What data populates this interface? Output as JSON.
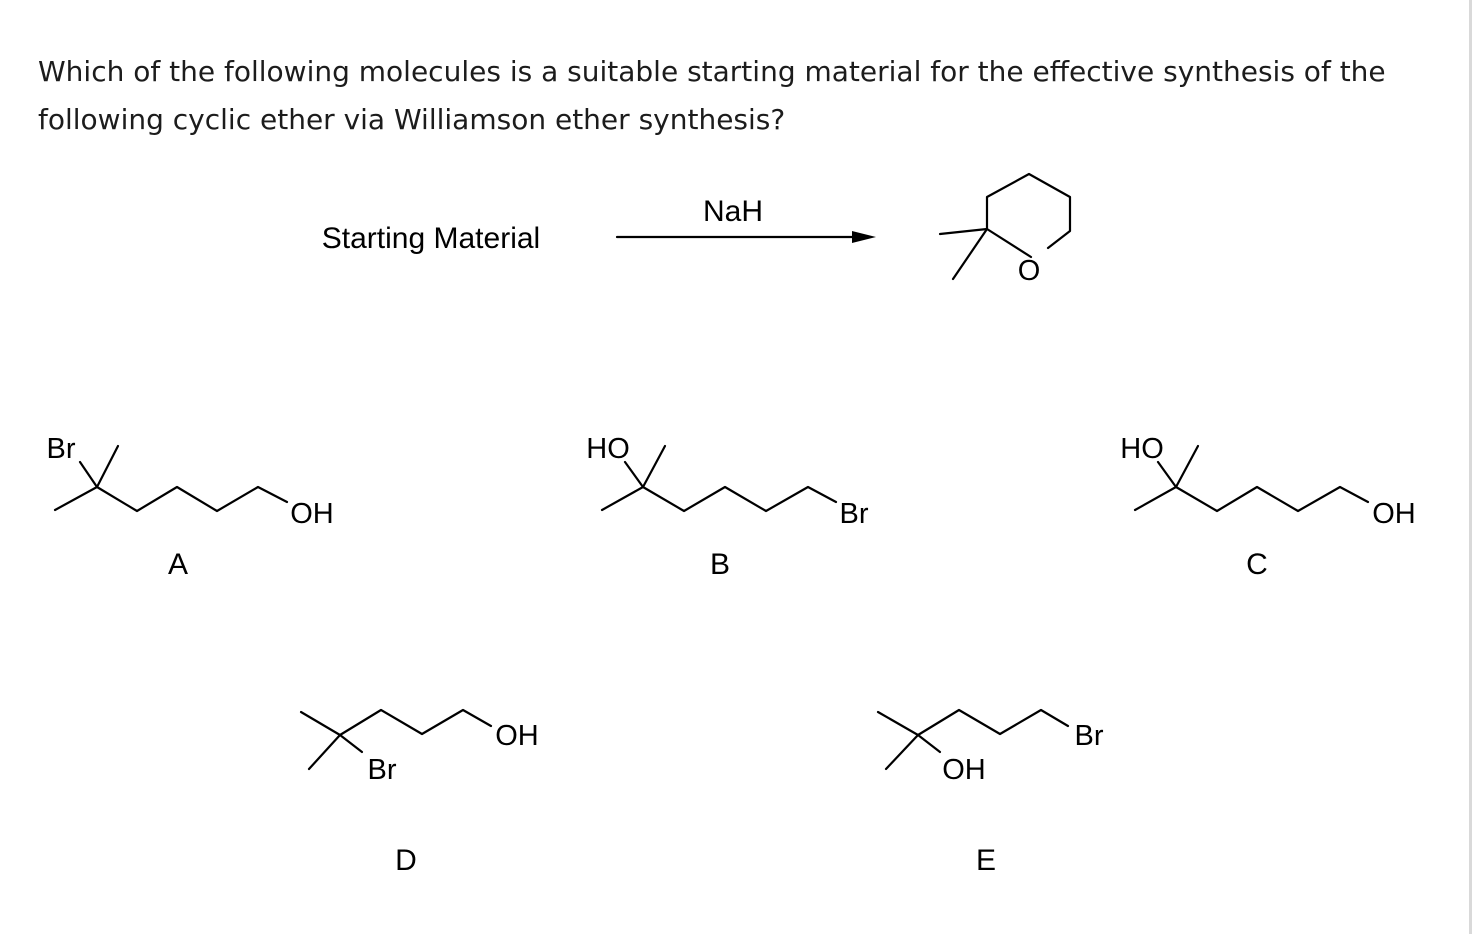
{
  "question": {
    "line1": "Which of the following molecules is a suitable starting material for the effective synthesis of the",
    "line2": "following cyclic ether via Williamson ether synthesis?"
  },
  "reaction": {
    "starting_label": "Starting Material",
    "reagent": "NaH",
    "product_atom_o": "O"
  },
  "options": [
    {
      "letter": "A",
      "atoms": {
        "br": "Br",
        "oh": "OH"
      }
    },
    {
      "letter": "B",
      "atoms": {
        "ho": "HO",
        "br": "Br"
      }
    },
    {
      "letter": "C",
      "atoms": {
        "ho": "HO",
        "oh": "OH"
      }
    },
    {
      "letter": "D",
      "atoms": {
        "br": "Br",
        "oh": "OH"
      }
    },
    {
      "letter": "E",
      "atoms": {
        "oh": "OH",
        "br": "Br"
      }
    }
  ]
}
